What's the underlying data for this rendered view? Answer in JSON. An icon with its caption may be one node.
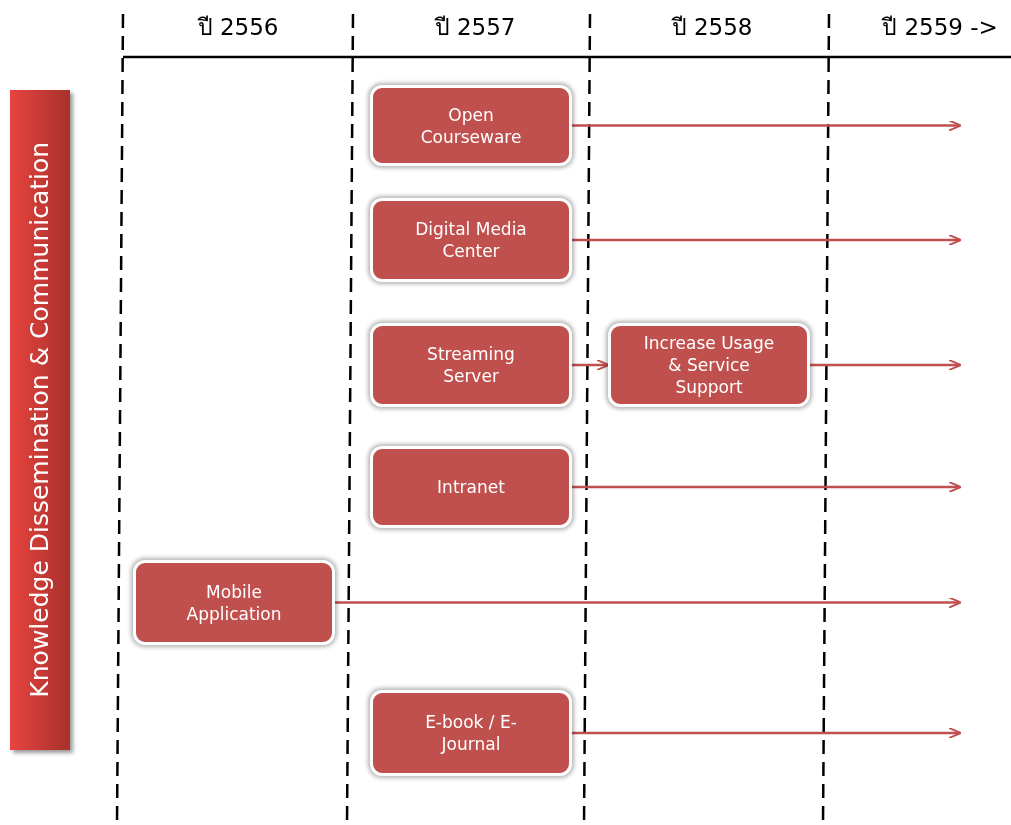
{
  "diagram": {
    "nodes": [
      {
        "text": [
          "Knowledge Dissemination & Communication"
        ]
      },
      {
        "text": [
          "Open Courseware"
        ]
      },
      {
        "text": [
          "Digital Media Center"
        ]
      },
      {
        "text": [
          "Streaming Server"
        ]
      },
      {
        "text": [
          "Increase Usage & Service Support"
        ]
      },
      {
        "text": [
          "Intranet"
        ]
      },
      {
        "text": [
          "Mobile Application"
        ]
      },
      {
        "text": [
          "E-book / E-Journal"
        ]
      }
    ],
    "edges": [
      {
        "from": 1,
        "to": null,
        "arrow": "to"
      },
      {
        "from": 2,
        "to": null,
        "arrow": "to"
      },
      {
        "from": 3,
        "to": 4,
        "arrow": "to"
      },
      {
        "from": 4,
        "to": null,
        "arrow": "to"
      },
      {
        "from": 5,
        "to": null,
        "arrow": "to"
      },
      {
        "from": 6,
        "to": null,
        "arrow": "to"
      },
      {
        "from": 7,
        "to": null,
        "arrow": "to"
      }
    ],
    "labels": [
      "ปี 2556",
      "ปี 2557",
      "ปี 2558",
      "ปี 2559 ->"
    ]
  }
}
